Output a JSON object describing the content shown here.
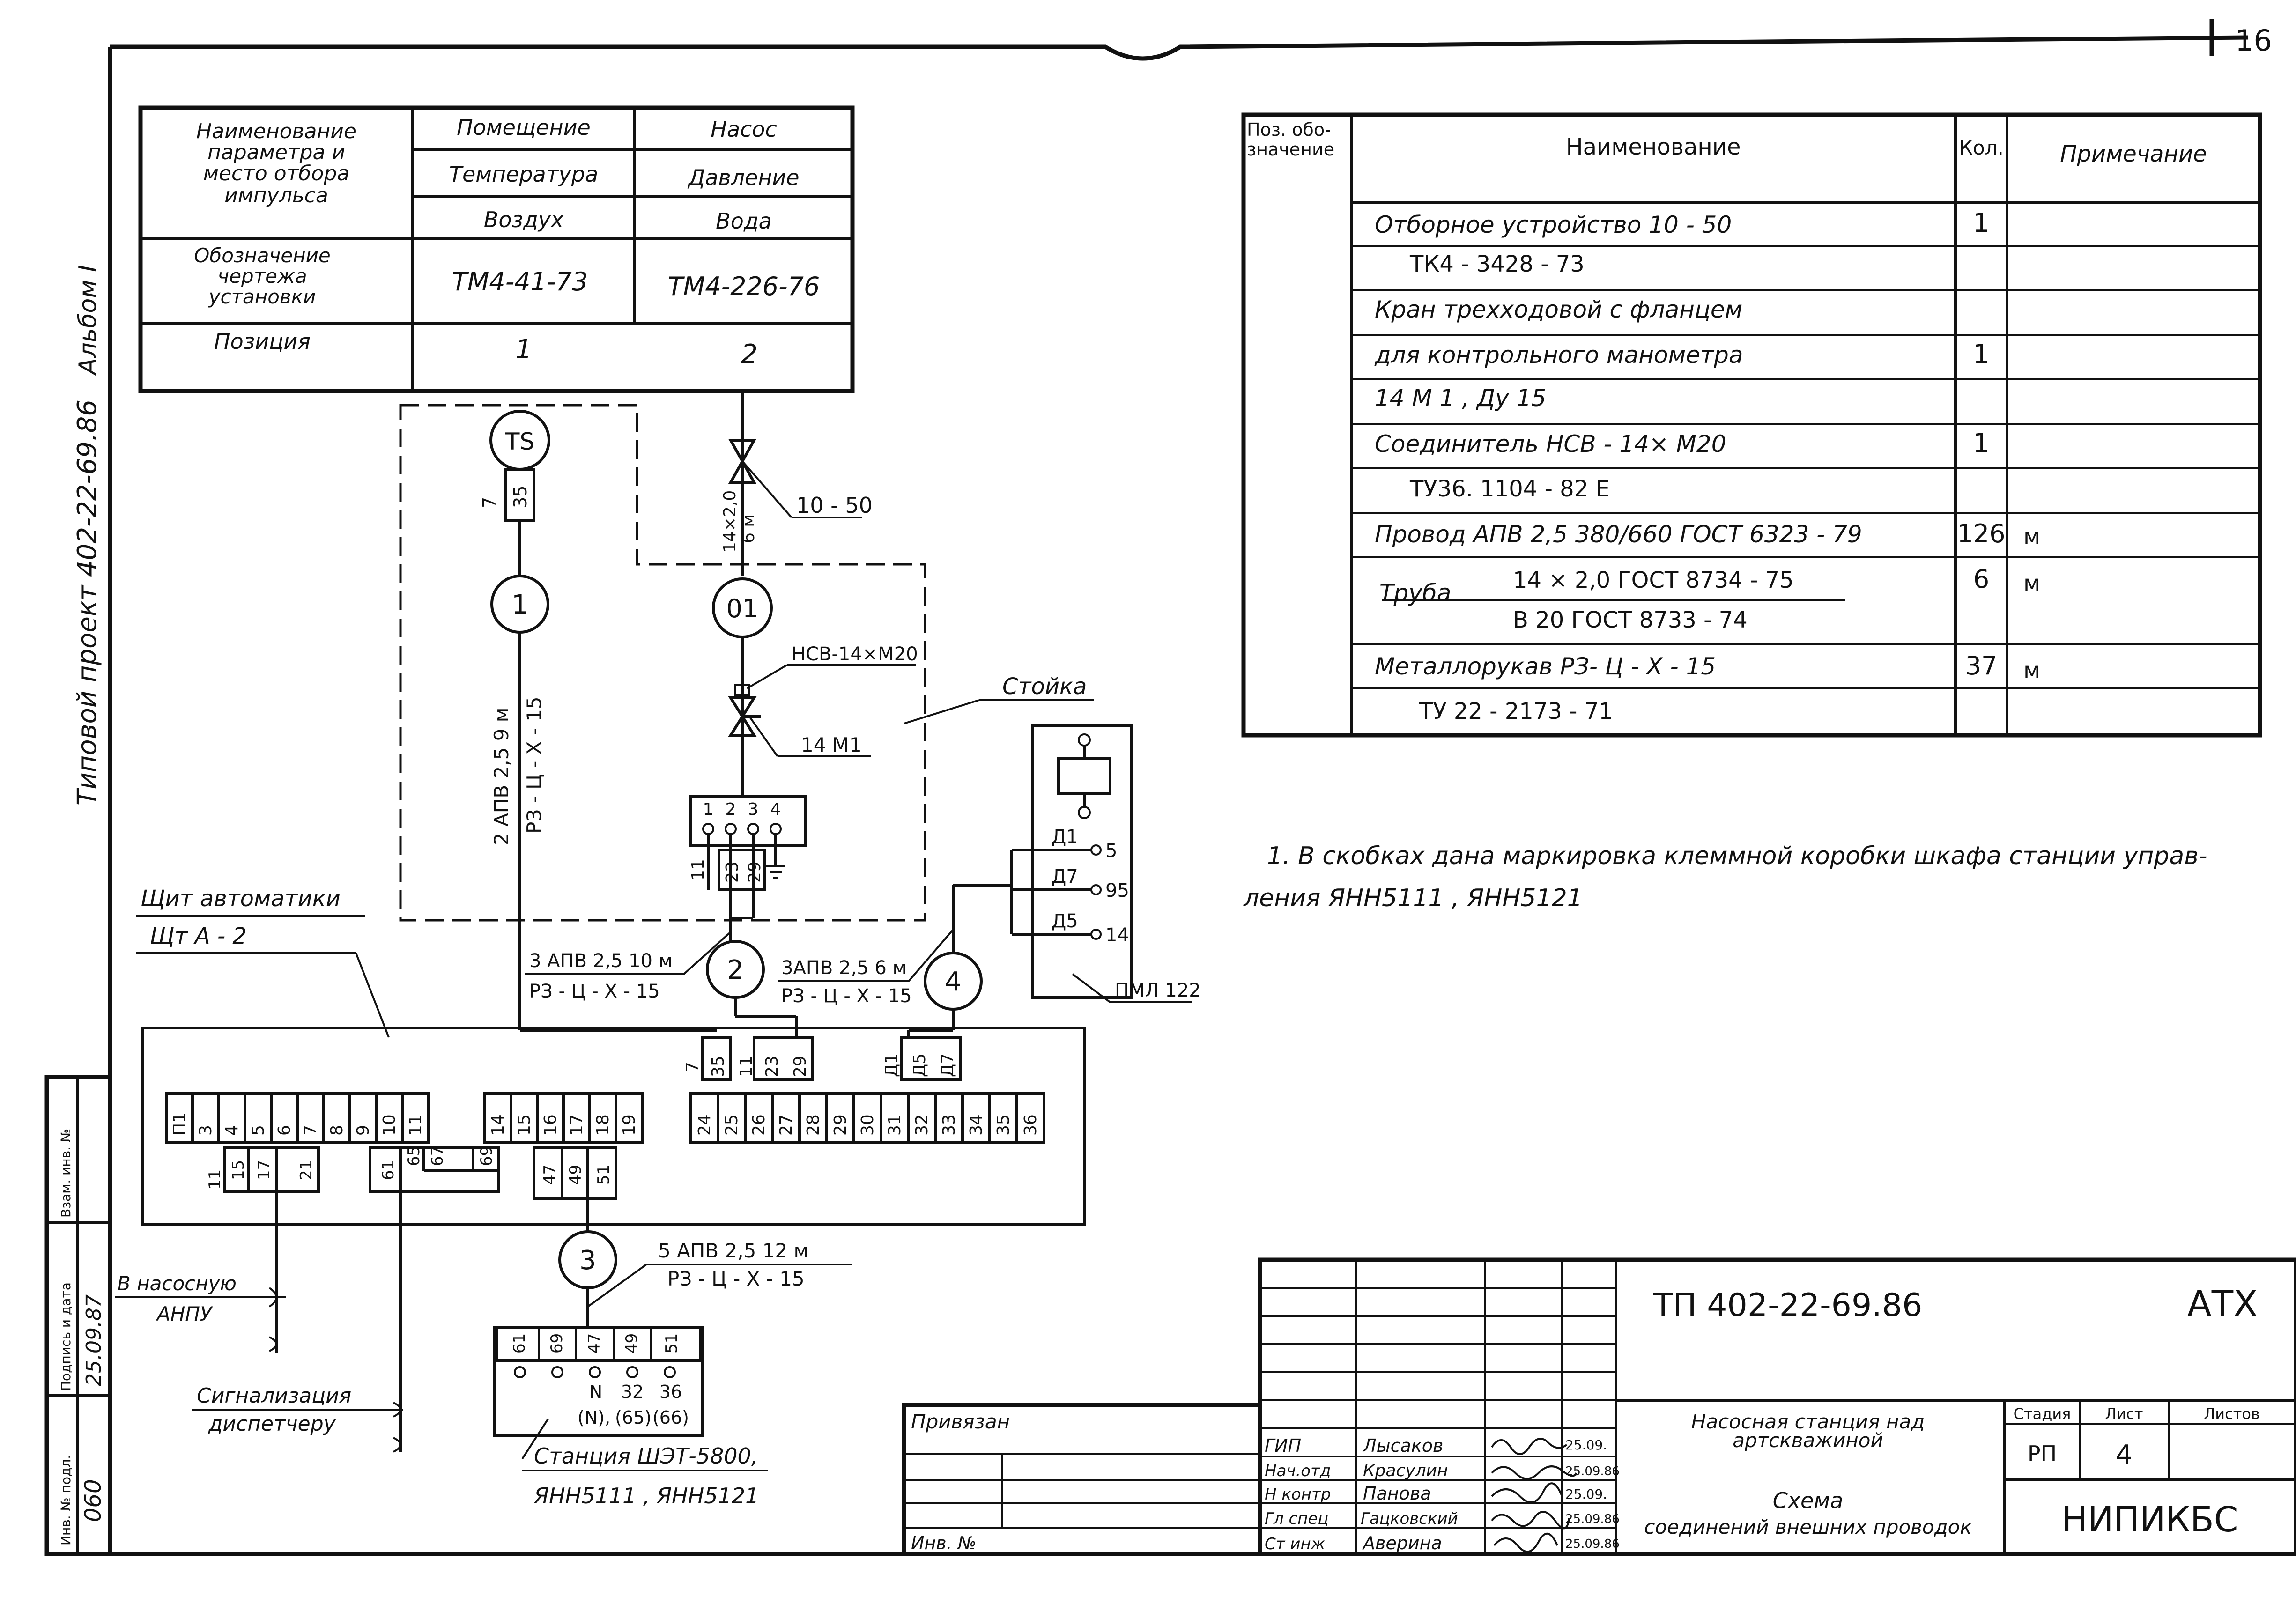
{
  "sheet": {
    "page_number": "16",
    "side_album": "Альбом I",
    "side_project": "Типовой проект 402-22-69.86"
  },
  "param_table": {
    "row1_label": [
      "Наименование",
      "параметра и",
      "место отбора",
      "импульса"
    ],
    "col1": {
      "top": "Помещение",
      "mid": "Температура",
      "low": "Воздух",
      "drawing": "ТМ4-41-73",
      "position": "1"
    },
    "col2": {
      "top": "Насос",
      "mid": "Давление",
      "low": "Вода",
      "drawing": "ТМ4-226-76",
      "position": "2"
    },
    "row2_label": [
      "Обозначение",
      "чертежа",
      "установки"
    ],
    "row3_label": "Позиция"
  },
  "spec_table": {
    "headers": {
      "pos": [
        "Поз. обо-",
        "значение"
      ],
      "name": "Наименование",
      "qty": "Кол.",
      "note": "Примечание"
    },
    "rows": [
      {
        "name": "Отборное устройство 10 - 50",
        "qty": "1",
        "unit": ""
      },
      {
        "name": "ТК4 - 3428 - 73",
        "qty": "",
        "unit": ""
      },
      {
        "name": "Кран трехходовой с фланцем",
        "qty": "",
        "unit": ""
      },
      {
        "name": "для контрольного манометра",
        "qty": "1",
        "unit": ""
      },
      {
        "name": "14 М 1 , Ду 15",
        "qty": "",
        "unit": ""
      },
      {
        "name": "Соединитель НСВ - 14× М20",
        "qty": "1",
        "unit": ""
      },
      {
        "name": "ТУ36. 1104 - 82 Е",
        "qty": "",
        "unit": ""
      },
      {
        "name": "Провод АПВ 2,5  380/660 ГОСТ 6323 - 79",
        "qty": "126",
        "unit": "м"
      },
      {
        "name_prefix": "Труба",
        "name_top": "14 × 2,0   ГОСТ 8734 - 75",
        "name_bottom": "В 20  ГОСТ 8733 - 74",
        "qty": "6",
        "unit": "м"
      },
      {
        "name": "Металлорукав РЗ- Ц - Х - 15",
        "qty": "37",
        "unit": "м"
      },
      {
        "name": "ТУ 22 - 2173 - 71",
        "qty": "",
        "unit": ""
      }
    ]
  },
  "note": {
    "line1": "1. В скобках дана маркировка клеммной коробки шкафа станции управ-",
    "line2": "ления ЯНН5111 ,  ЯНН5121"
  },
  "diagram": {
    "ts": "TS",
    "ts_terms": [
      "7",
      "35"
    ],
    "n1": "1",
    "n01": "01",
    "n2": "2",
    "n3": "3",
    "n4": "4",
    "pipe_label": "14×2,0\n6 м",
    "pipe_label_a": "14×2,0",
    "pipe_label_b": "6 м",
    "valve_label": "10 - 50",
    "hcb_label": "НСВ-14×М20",
    "m1_label": "14 М1",
    "stoyka": "Стойка",
    "cable1_a": "2 АПВ 2,5   9 м",
    "cable1_b": "РЗ - Ц - Х - 15",
    "box_terms": [
      "1",
      "2",
      "3",
      "4"
    ],
    "box_wires": [
      "11",
      "23",
      "29"
    ],
    "cable2_a": "3 АПВ 2,5  10 м",
    "cable2_b": "РЗ - Ц - Х - 15",
    "cable4_a": "3АПВ 2,5  6 м",
    "cable4_b": "РЗ - Ц - Х - 15",
    "pml_terms": [
      "Д1",
      "Д7",
      "Д5"
    ],
    "pml_nums": [
      "5",
      "95",
      "14"
    ],
    "pml_label": "ПМЛ 122",
    "panel_title": "Щит автоматики",
    "panel_name": "Щт А - 2",
    "terminals_a": [
      "П1",
      "3",
      "4",
      "5",
      "6",
      "7",
      "8",
      "9",
      "10",
      "11"
    ],
    "terminals_b": [
      "14",
      "15",
      "16",
      "17",
      "18",
      "19"
    ],
    "terminals_c": [
      "24",
      "25",
      "26",
      "27",
      "28",
      "29",
      "30",
      "31",
      "32",
      "33",
      "34",
      "35",
      "36"
    ],
    "top_wires": [
      "7",
      "35",
      "11",
      "23",
      "29",
      "Д1",
      "Д5",
      "Д7"
    ],
    "bottom_wires": [
      "11",
      "15",
      "17",
      "21",
      "61",
      "65",
      "67",
      "69",
      "47",
      "49",
      "51"
    ],
    "cable3_a": "5 АПВ 2,5    12 м",
    "cable3_b": "РЗ - Ц - Х - 15",
    "station_terms": [
      "61",
      "69",
      "47",
      "49",
      "51"
    ],
    "station_marks": [
      "N",
      "32",
      "36"
    ],
    "station_marks2": [
      "(N),",
      "(65)",
      "(66)"
    ],
    "station_a": "Станция ШЭТ-5800,",
    "station_b": "ЯНН5111 ,  ЯНН5121",
    "to_pump_a": "В насосную",
    "to_pump_b": "АНПУ",
    "signal_a": "Сигнализация",
    "signal_b": "диспетчеру"
  },
  "stamp": {
    "code": "ТП  402-22-69.86",
    "doc": "АТХ",
    "privyazan": "Привязан",
    "inv": "Инв. №",
    "roles": [
      "ГИП",
      "Нач.отд",
      "Н контр",
      "Гл спец",
      "Ст инж"
    ],
    "names": [
      "Лысаков",
      "Красулин",
      "Панова",
      "Гацковский",
      "Аверина"
    ],
    "dates": [
      "25.09.",
      "25.09.86",
      "25.09.",
      "25.09.86",
      "25.09.86"
    ],
    "object_a": "Насосная станция над",
    "object_b": "артскважиной",
    "title_a": "Схема",
    "title_b": "соединений внешних проводок",
    "stage_h": "Стадия",
    "sheet_h": "Лист",
    "sheets_h": "Листов",
    "stage": "РП",
    "sheet": "4",
    "org": "НИПИКБС"
  },
  "left_strip": {
    "labels": [
      "Взам. инв. №",
      "Подпись и дата",
      "Инв. № подл."
    ],
    "sign_date": "25.09.87",
    "inv_no": "060"
  }
}
